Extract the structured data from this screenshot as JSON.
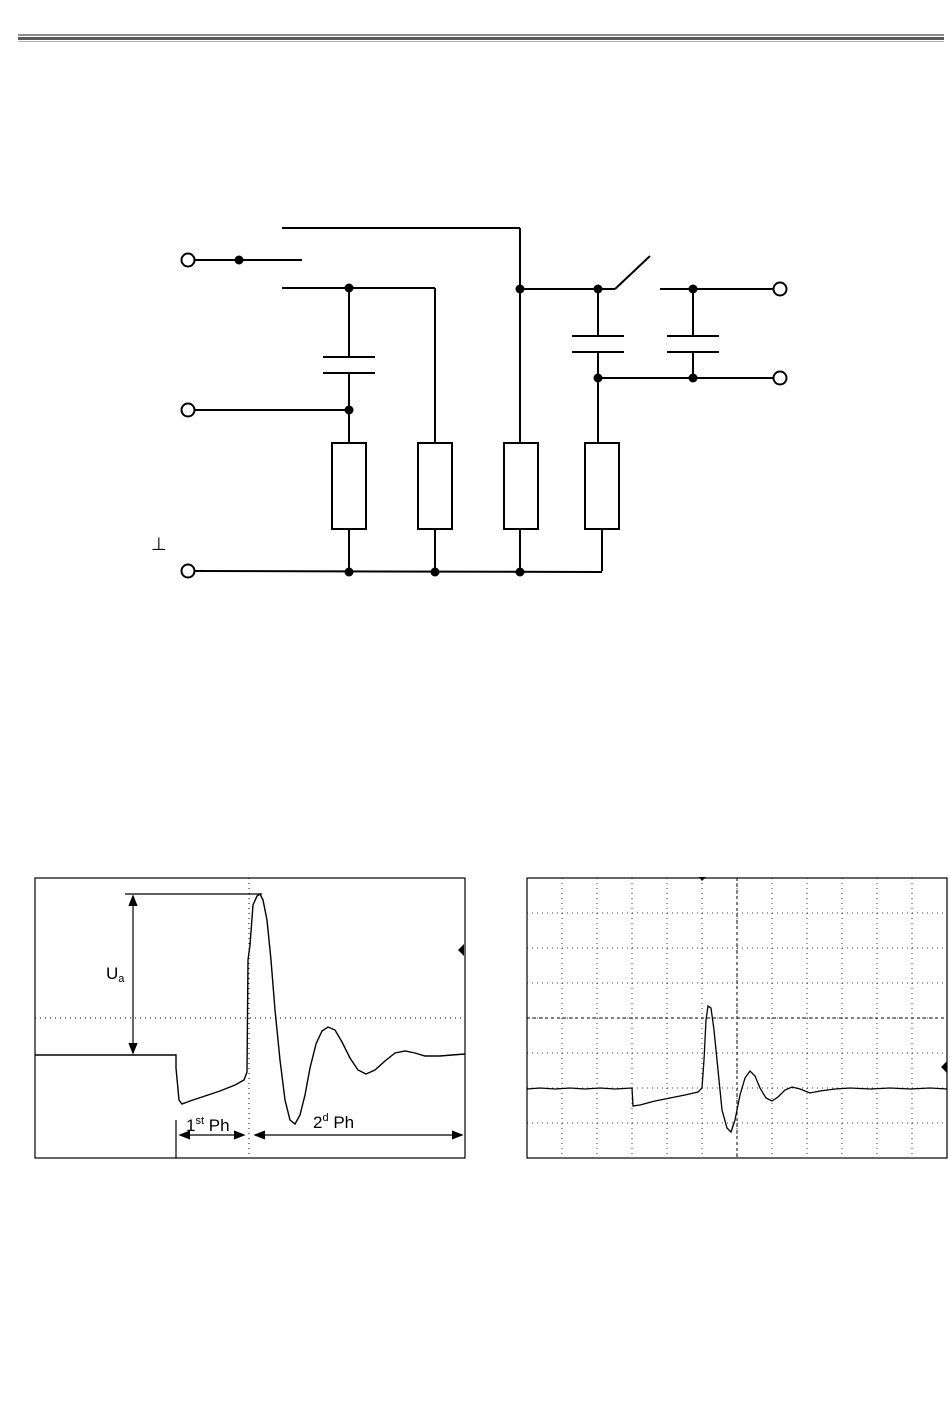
{
  "header": {
    "rule": "double-line"
  },
  "circuit": {
    "ground_symbol": "⊥",
    "terminals": 5,
    "capacitors": 3,
    "resistors": 4,
    "switches": 2
  },
  "scope_left": {
    "amplitude_label": "U",
    "amplitude_sub": "a",
    "phase1_num": "1",
    "phase1_sup": "st",
    "phase1_suffix": " Ph",
    "phase2_num": "2",
    "phase2_sup": "d",
    "phase2_suffix": " Ph"
  },
  "scope_right": {}
}
